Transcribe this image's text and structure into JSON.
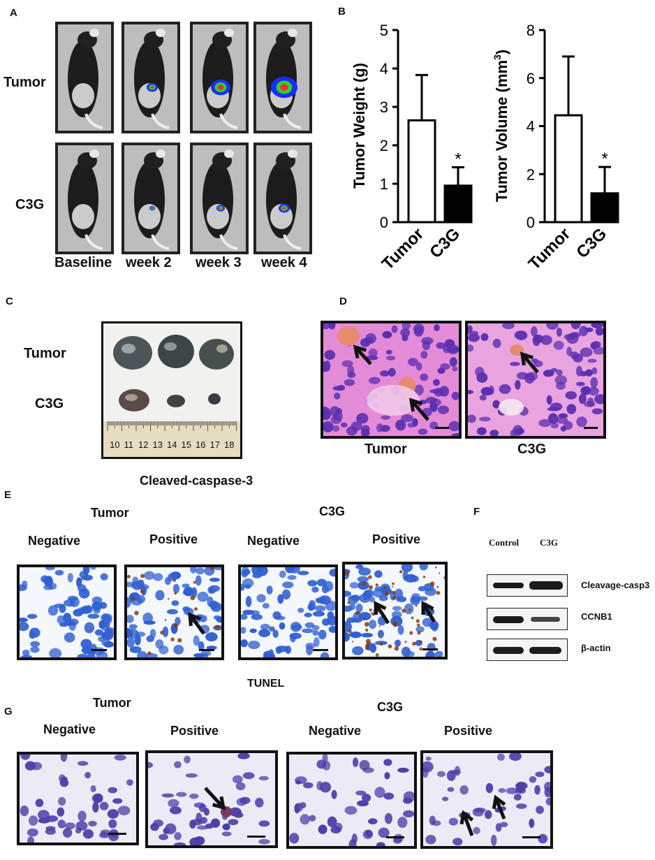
{
  "panels": {
    "A": "A",
    "B": "B",
    "C": "C",
    "D": "D",
    "E": "E",
    "F": "F",
    "G": "G"
  },
  "panelA": {
    "row_labels": [
      "Tumor",
      "C3G"
    ],
    "column_labels": [
      "Baseline",
      "week 2",
      "week 3",
      "week 4"
    ]
  },
  "panelC": {
    "row_labels": [
      "Tumor",
      "C3G"
    ],
    "ruler_ticks": [
      "10",
      "11",
      "12",
      "13",
      "14",
      "15",
      "16",
      "17",
      "18"
    ]
  },
  "panelD": {
    "labels": [
      "Tumor",
      "C3G"
    ]
  },
  "panelE": {
    "title": "Cleaved-caspase-3",
    "group_labels": [
      "Tumor",
      "C3G"
    ],
    "sub_labels": [
      "Negative",
      "Positive",
      "Negative",
      "Positive"
    ]
  },
  "panelF": {
    "columns": [
      "Control",
      "C3G"
    ],
    "bands": [
      "Cleavage-casp3",
      "CCNB1",
      "β-actin"
    ]
  },
  "panelG": {
    "title": "TUNEL",
    "group_labels": [
      "Tumor",
      "C3G"
    ],
    "sub_labels": [
      "Negative",
      "Positive",
      "Negative",
      "Positive"
    ]
  },
  "chart_data": [
    {
      "type": "bar",
      "categories": [
        "Tumor",
        "C3G"
      ],
      "values": [
        2.65,
        0.95
      ],
      "errors": [
        1.18,
        0.48
      ],
      "significance": [
        "",
        "*"
      ],
      "ylabel": "Tumor Weight (g)",
      "ylim": [
        0,
        5
      ],
      "yticks": [
        "0",
        "1",
        "2",
        "3",
        "4",
        "5"
      ],
      "fill_colors": [
        "#ffffff",
        "#000000"
      ]
    },
    {
      "type": "bar",
      "categories": [
        "Tumor",
        "C3G"
      ],
      "values": [
        4.45,
        1.2
      ],
      "errors": [
        2.45,
        1.1
      ],
      "significance": [
        "",
        "*"
      ],
      "ylabel_main": "Tumor Volume (mm",
      "ylabel_sup": "3",
      "ylabel_end": ")",
      "ylim": [
        0,
        8
      ],
      "yticks": [
        "0",
        "2",
        "4",
        "6",
        "8"
      ],
      "fill_colors": [
        "#ffffff",
        "#000000"
      ]
    }
  ]
}
